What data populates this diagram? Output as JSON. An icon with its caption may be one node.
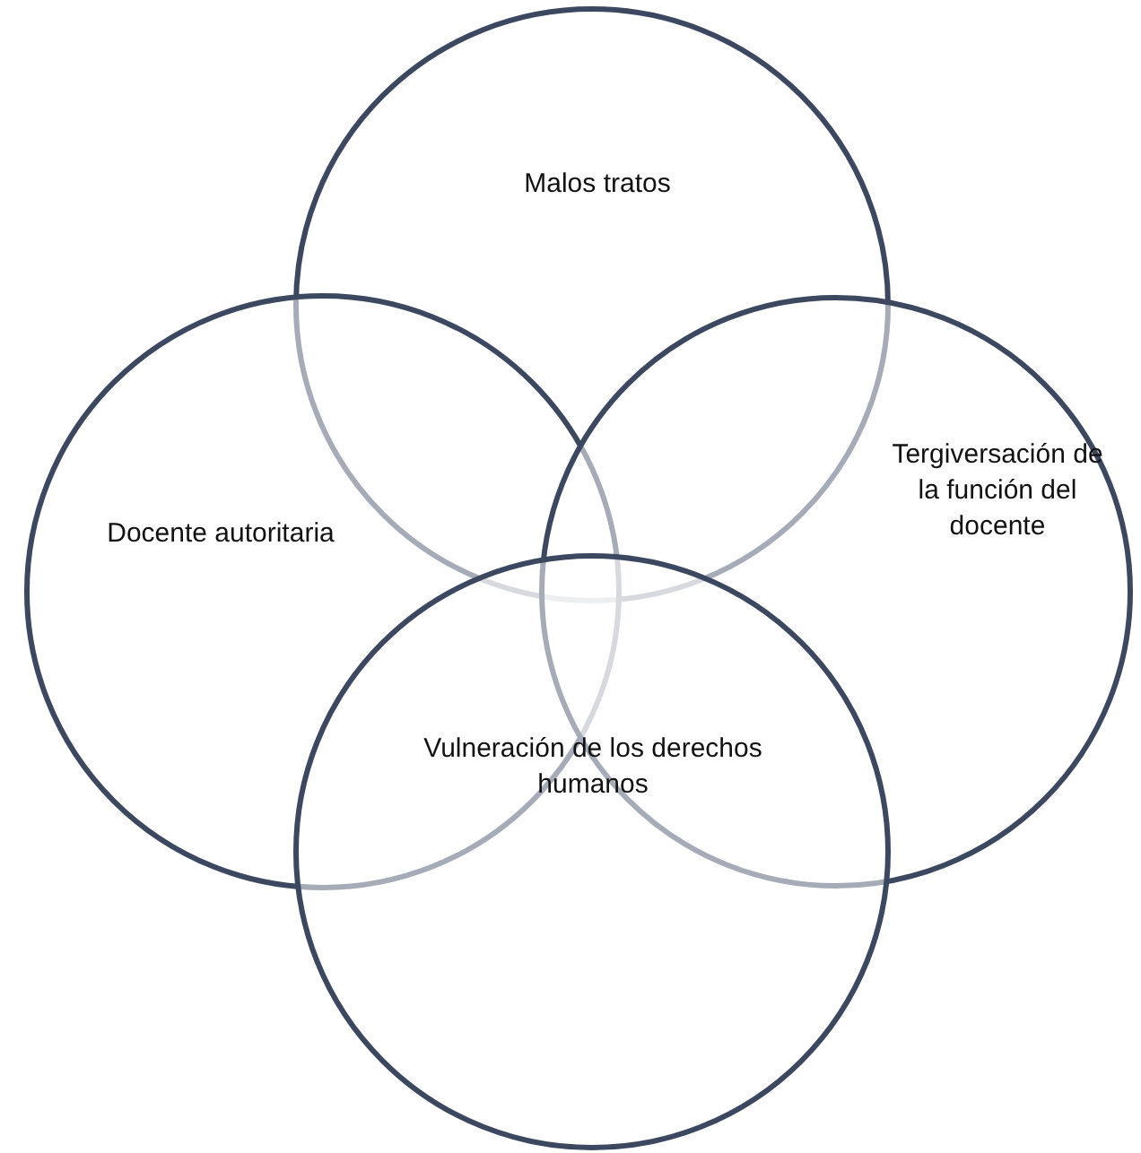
{
  "diagram": {
    "nodes": [
      {
        "text": [
          "Malos tratos"
        ]
      },
      {
        "text": [
          "Docente autoritaria"
        ]
      },
      {
        "text": [
          "Tergiversación de la función del docente"
        ]
      },
      {
        "text": [
          "Vulneración de los derechos humanos"
        ]
      }
    ]
  }
}
